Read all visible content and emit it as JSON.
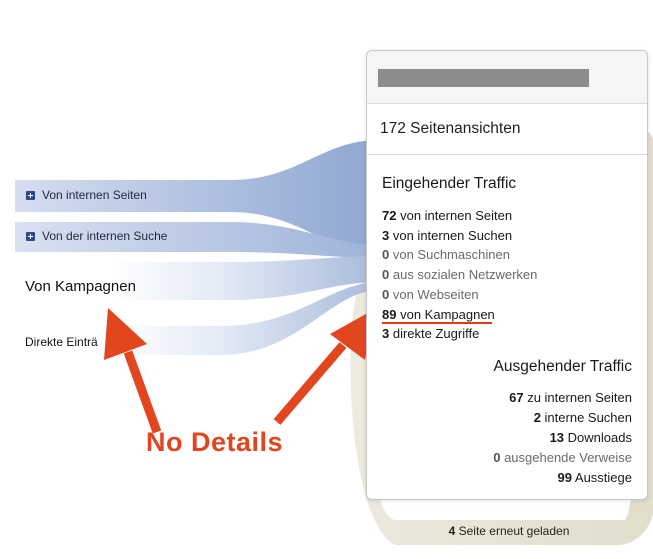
{
  "left_nav": {
    "items": [
      {
        "label": "Von internen Seiten",
        "icon": "plus-square-icon"
      },
      {
        "label": "Von der internen Suche",
        "icon": "plus-square-icon"
      }
    ],
    "campaign_label": "Von Kampagnen",
    "direct_label": "Direkte Einträ"
  },
  "popup": {
    "pageviews": "172 Seitenansichten",
    "incoming": {
      "title": "Eingehender Traffic",
      "rows": [
        {
          "count": "72",
          "label": "von internen Seiten"
        },
        {
          "count": "3",
          "label": "von internen Suchen"
        },
        {
          "count": "0",
          "label": "von Suchmaschinen"
        },
        {
          "count": "0",
          "label": "aus sozialen Netzwerken"
        },
        {
          "count": "0",
          "label": "von Webseiten"
        },
        {
          "count": "89",
          "label": "von Kampagnen"
        },
        {
          "count": "3",
          "label": "direkte Zugriffe"
        }
      ]
    },
    "outgoing": {
      "title": "Ausgehender Traffic",
      "rows": [
        {
          "count": "67",
          "label": "zu internen Seiten"
        },
        {
          "count": "2",
          "label": "interne Suchen"
        },
        {
          "count": "13",
          "label": "Downloads"
        },
        {
          "count": "0",
          "label": "ausgehende Verweise"
        },
        {
          "count": "99",
          "label": "Ausstiege"
        }
      ]
    }
  },
  "reload": {
    "count": "4",
    "label": "Seite erneut geladen"
  },
  "annotation": {
    "text": "No Details"
  },
  "colors": {
    "flow_blue": "#a7b9da",
    "flow_beige": "#e6e2d2",
    "arrow_red": "#e1461f",
    "redacted": "#8c8c8c"
  }
}
